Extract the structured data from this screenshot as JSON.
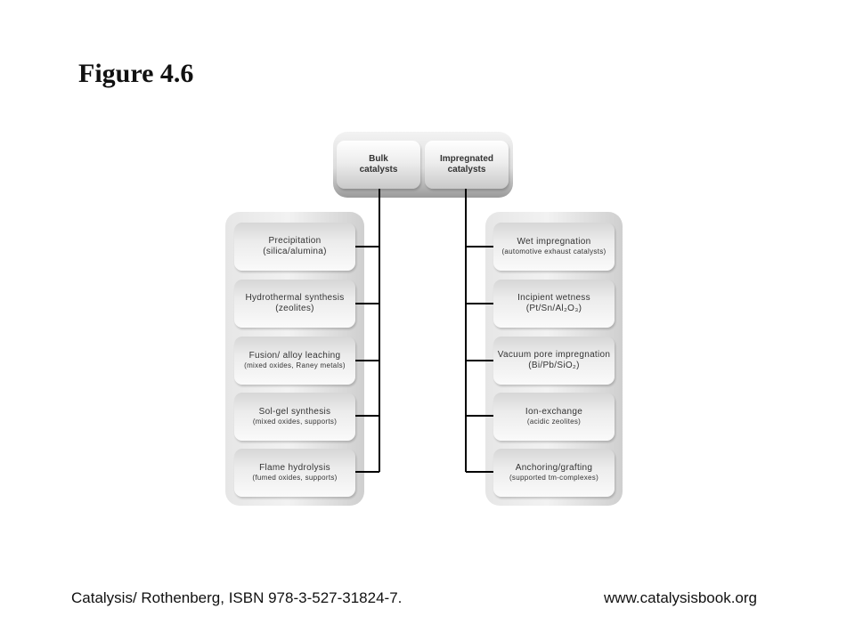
{
  "title": "Figure 4.6",
  "top": {
    "bulk": [
      "Bulk",
      "catalysts"
    ],
    "impregnated": [
      "Impregnated",
      "catalysts"
    ]
  },
  "left_items": [
    {
      "label": "Precipitation",
      "sub": "(silica/alumina)"
    },
    {
      "label": "Hydrothermal synthesis",
      "sub": "(zeolites)"
    },
    {
      "label": "Fusion/ alloy leaching",
      "sub": "(mixed oxides, Raney metals)"
    },
    {
      "label": "Sol-gel synthesis",
      "sub": "(mixed oxides, supports)"
    },
    {
      "label": "Flame hydrolysis",
      "sub": "(fumed oxides, supports)"
    }
  ],
  "right_items": [
    {
      "label": "Wet impregnation",
      "sub": "(automotive exhaust catalysts)"
    },
    {
      "label": "Incipient wetness",
      "sub": "(Pt/Sn/Al₂O₃)"
    },
    {
      "label": "Vacuum pore impregnation",
      "sub": "(Bi/Pb/SiO₂)"
    },
    {
      "label": "Ion-exchange",
      "sub": "(acidic zeolites)"
    },
    {
      "label": "Anchoring/grafting",
      "sub": "(supported tm-complexes)"
    }
  ],
  "footer": {
    "citation": "Catalysis/ Rothenberg, ISBN 978-3-527-31824-7.",
    "website": "www.catalysisbook.org"
  }
}
